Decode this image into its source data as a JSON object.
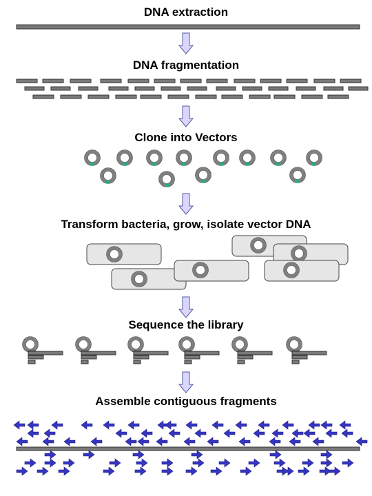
{
  "steps": [
    {
      "title": "DNA extraction"
    },
    {
      "title": "DNA fragmentation"
    },
    {
      "title": "Clone into Vectors"
    },
    {
      "title": "Transform bacteria, grow, isolate vector DNA"
    },
    {
      "title": "Sequence the library"
    },
    {
      "title": "Assemble contiguous fragments"
    }
  ],
  "colors": {
    "dna": "#7a7a7a",
    "dna_outline": "#333333",
    "vector_ring": "#808080",
    "insert": "#2aa889",
    "arrow_fill": "#d8d8ff",
    "arrow_stroke": "#555599",
    "bacteria": "#e6e6e6",
    "read_arrow": "#3535c0"
  },
  "icons": {
    "step_arrow": "down-arrow-icon",
    "read": "read-arrow-icon"
  }
}
